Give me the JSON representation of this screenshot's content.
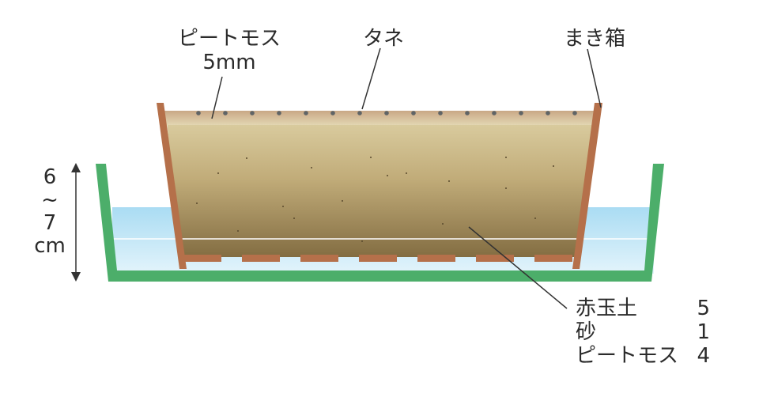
{
  "labels": {
    "peat_top": "ピートモス",
    "peat_depth": "5mm",
    "seed": "タネ",
    "box": "まき箱"
  },
  "water_depth": {
    "top": "6",
    "tilde": "~",
    "bottom": "7",
    "unit": "cm"
  },
  "soil_mix": [
    {
      "name": "赤玉土",
      "ratio": "5"
    },
    {
      "name": "砂",
      "ratio": "1"
    },
    {
      "name": "ピートモス",
      "ratio": "4"
    }
  ],
  "colors": {
    "tray": "#4cae6a",
    "water": "#bfe3f5",
    "box_wall": "#b5704a",
    "soil_top": "#dacb9c",
    "soil_bottom": "#857143",
    "seed": "#606466"
  }
}
